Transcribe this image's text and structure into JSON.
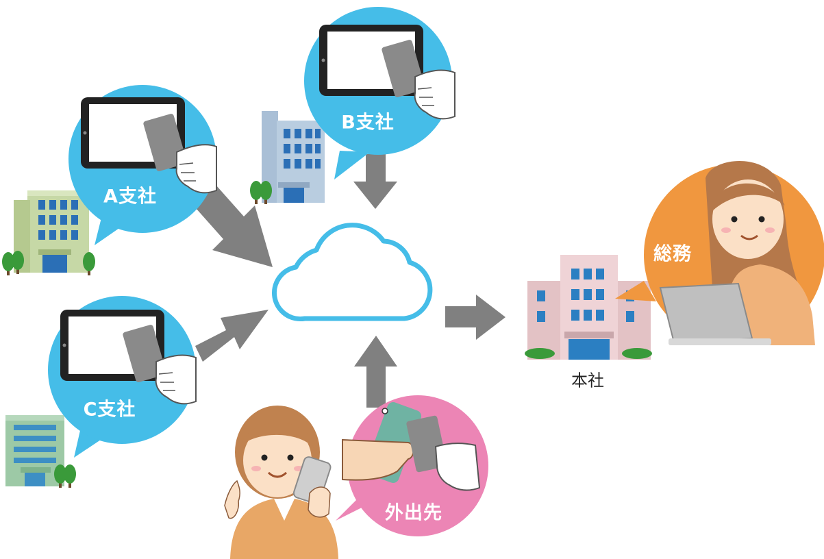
{
  "nodes": {
    "branch_a": "A支社",
    "branch_b": "B支社",
    "branch_c": "C支社",
    "outside": "外出先",
    "head_office": "本社",
    "general_affairs": "総務"
  },
  "colors": {
    "bubble_blue": "#45bde8",
    "bubble_pink": "#ec85b5",
    "bubble_orange": "#f0973f",
    "arrow_gray": "#808080",
    "cloud_outline": "#45bde8"
  },
  "icons": {
    "device": "tablet-icon",
    "card": "ic-card-icon",
    "cloud": "cloud-icon"
  }
}
